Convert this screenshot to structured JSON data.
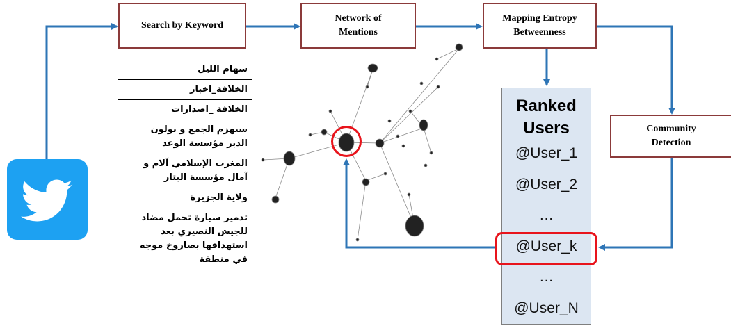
{
  "steps": {
    "search": "Search by Keyword",
    "network_line1": "Network of",
    "network_line2": "Mentions",
    "mapping_line1": "Mapping Entropy",
    "mapping_line2": "Betweenness",
    "community_line1": "Community",
    "community_line2": "Detection"
  },
  "keywords": [
    "سهام الليل",
    "الخلافة_اخبار",
    "الخلافة _اصدارات",
    "سيهزم الجمع و يولون\nالدبر مؤسسة الوعد",
    "المغرب الإسلامي آلام و\nآمال مؤسسة البتار",
    "ولاية الجزيرة",
    "تدمير سيارة تحمل مضاد\nللجيش النصيري بعد\nاستهدافها بصاروخ موجه\nفي منطقة"
  ],
  "ranked": {
    "title": "Ranked\nUsers",
    "users": [
      "@User_1",
      "@User_2",
      "…",
      "@User_k",
      "…",
      "@User_N"
    ]
  },
  "colors": {
    "arrow": "#2e75b6",
    "box_border": "#8b3a3a",
    "highlight": "#e8141c",
    "ranked_bg": "#dce6f2",
    "twitter": "#1da1f2"
  },
  "icons": [
    "twitter-bird-icon"
  ]
}
